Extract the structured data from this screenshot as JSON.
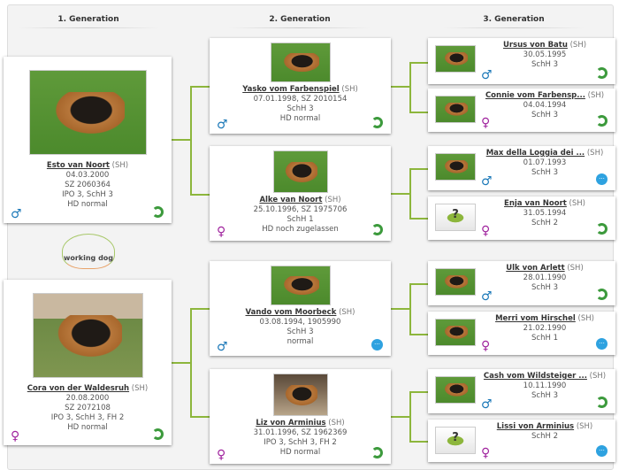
{
  "headers": [
    "1. Generation",
    "2. Generation",
    "3. Generation"
  ],
  "logo": {
    "text_left": "working",
    "text_right": "dog"
  },
  "colors": {
    "connector": "#8db63c",
    "male": "#1b78b8",
    "female": "#a0249e",
    "info": "#2ea2e0",
    "pedigree": "#3c9a3c"
  },
  "dogs": [
    {
      "name": "Esto van Noort",
      "breed": "(SH)",
      "lines": [
        "04.03.2000",
        "SZ 2060364",
        "IPO 3, SchH 3",
        "HD normal"
      ],
      "gender": "male",
      "action": "pedigree-icon",
      "photo": "grass"
    },
    {
      "name": "Cora von der Waldesruh",
      "breed": "(SH)",
      "lines": [
        "20.08.2000",
        "SZ 2072108",
        "IPO 3, SchH 3, FH 2",
        "HD normal"
      ],
      "gender": "female",
      "action": "pedigree-icon",
      "photo": "city"
    },
    {
      "name": "Yasko vom Farbenspiel",
      "breed": "(SH)",
      "lines": [
        "07.01.1998, SZ 2010154",
        "SchH 3",
        "HD normal"
      ],
      "gender": "male",
      "action": "pedigree-icon",
      "photo": "grass"
    },
    {
      "name": "Alke van Noort",
      "breed": "(SH)",
      "lines": [
        "25.10.1996, SZ 1975706",
        "SchH 1",
        "HD noch zugelassen"
      ],
      "gender": "female",
      "action": "pedigree-icon",
      "photo": "grass"
    },
    {
      "name": "Vando vom Moorbeck",
      "breed": "(SH)",
      "lines": [
        "03.08.1994, 1905990",
        "SchH 3",
        "normal"
      ],
      "gender": "male",
      "action": "info-icon",
      "photo": "grass"
    },
    {
      "name": "Liz von Arminius",
      "breed": "(SH)",
      "lines": [
        "31.01.1996, SZ 1962369",
        "IPO 3, SchH 3, FH 2",
        "HD normal"
      ],
      "gender": "female",
      "action": "pedigree-icon",
      "photo": "sand"
    },
    {
      "name": "Ursus von Batu",
      "breed": "(SH)",
      "lines": [
        "30.05.1995",
        "SchH 3"
      ],
      "gender": "male",
      "action": "pedigree-icon",
      "photo": "grass"
    },
    {
      "name": "Connie vom Farbensp...",
      "breed": "(SH)",
      "lines": [
        "04.04.1994",
        "SchH 3"
      ],
      "gender": "female",
      "action": "pedigree-icon",
      "photo": "grass"
    },
    {
      "name": "Max della Loggia dei ...",
      "breed": "(SH)",
      "lines": [
        "01.07.1993",
        "SchH 3"
      ],
      "gender": "male",
      "action": "info-icon",
      "photo": "grass"
    },
    {
      "name": "Enja van Noort",
      "breed": "(SH)",
      "lines": [
        "31.05.1994",
        "SchH 2"
      ],
      "gender": "female",
      "action": "pedigree-icon",
      "photo": "unknown"
    },
    {
      "name": "Ulk von Arlett",
      "breed": "(SH)",
      "lines": [
        "28.01.1990",
        "SchH 3"
      ],
      "gender": "male",
      "action": "pedigree-icon",
      "photo": "grass"
    },
    {
      "name": "Merri vom Hirschel",
      "breed": "(SH)",
      "lines": [
        "21.02.1990",
        "SchH 1"
      ],
      "gender": "female",
      "action": "info-icon",
      "photo": "grass"
    },
    {
      "name": "Cash vom Wildsteiger ...",
      "breed": "(SH)",
      "lines": [
        "10.11.1990",
        "SchH 3"
      ],
      "gender": "male",
      "action": "pedigree-icon",
      "photo": "grass"
    },
    {
      "name": "Lissi von Arminius",
      "breed": "(SH)",
      "lines": [
        "SchH 2"
      ],
      "gender": "female",
      "action": "info-icon",
      "photo": "unknown"
    }
  ]
}
